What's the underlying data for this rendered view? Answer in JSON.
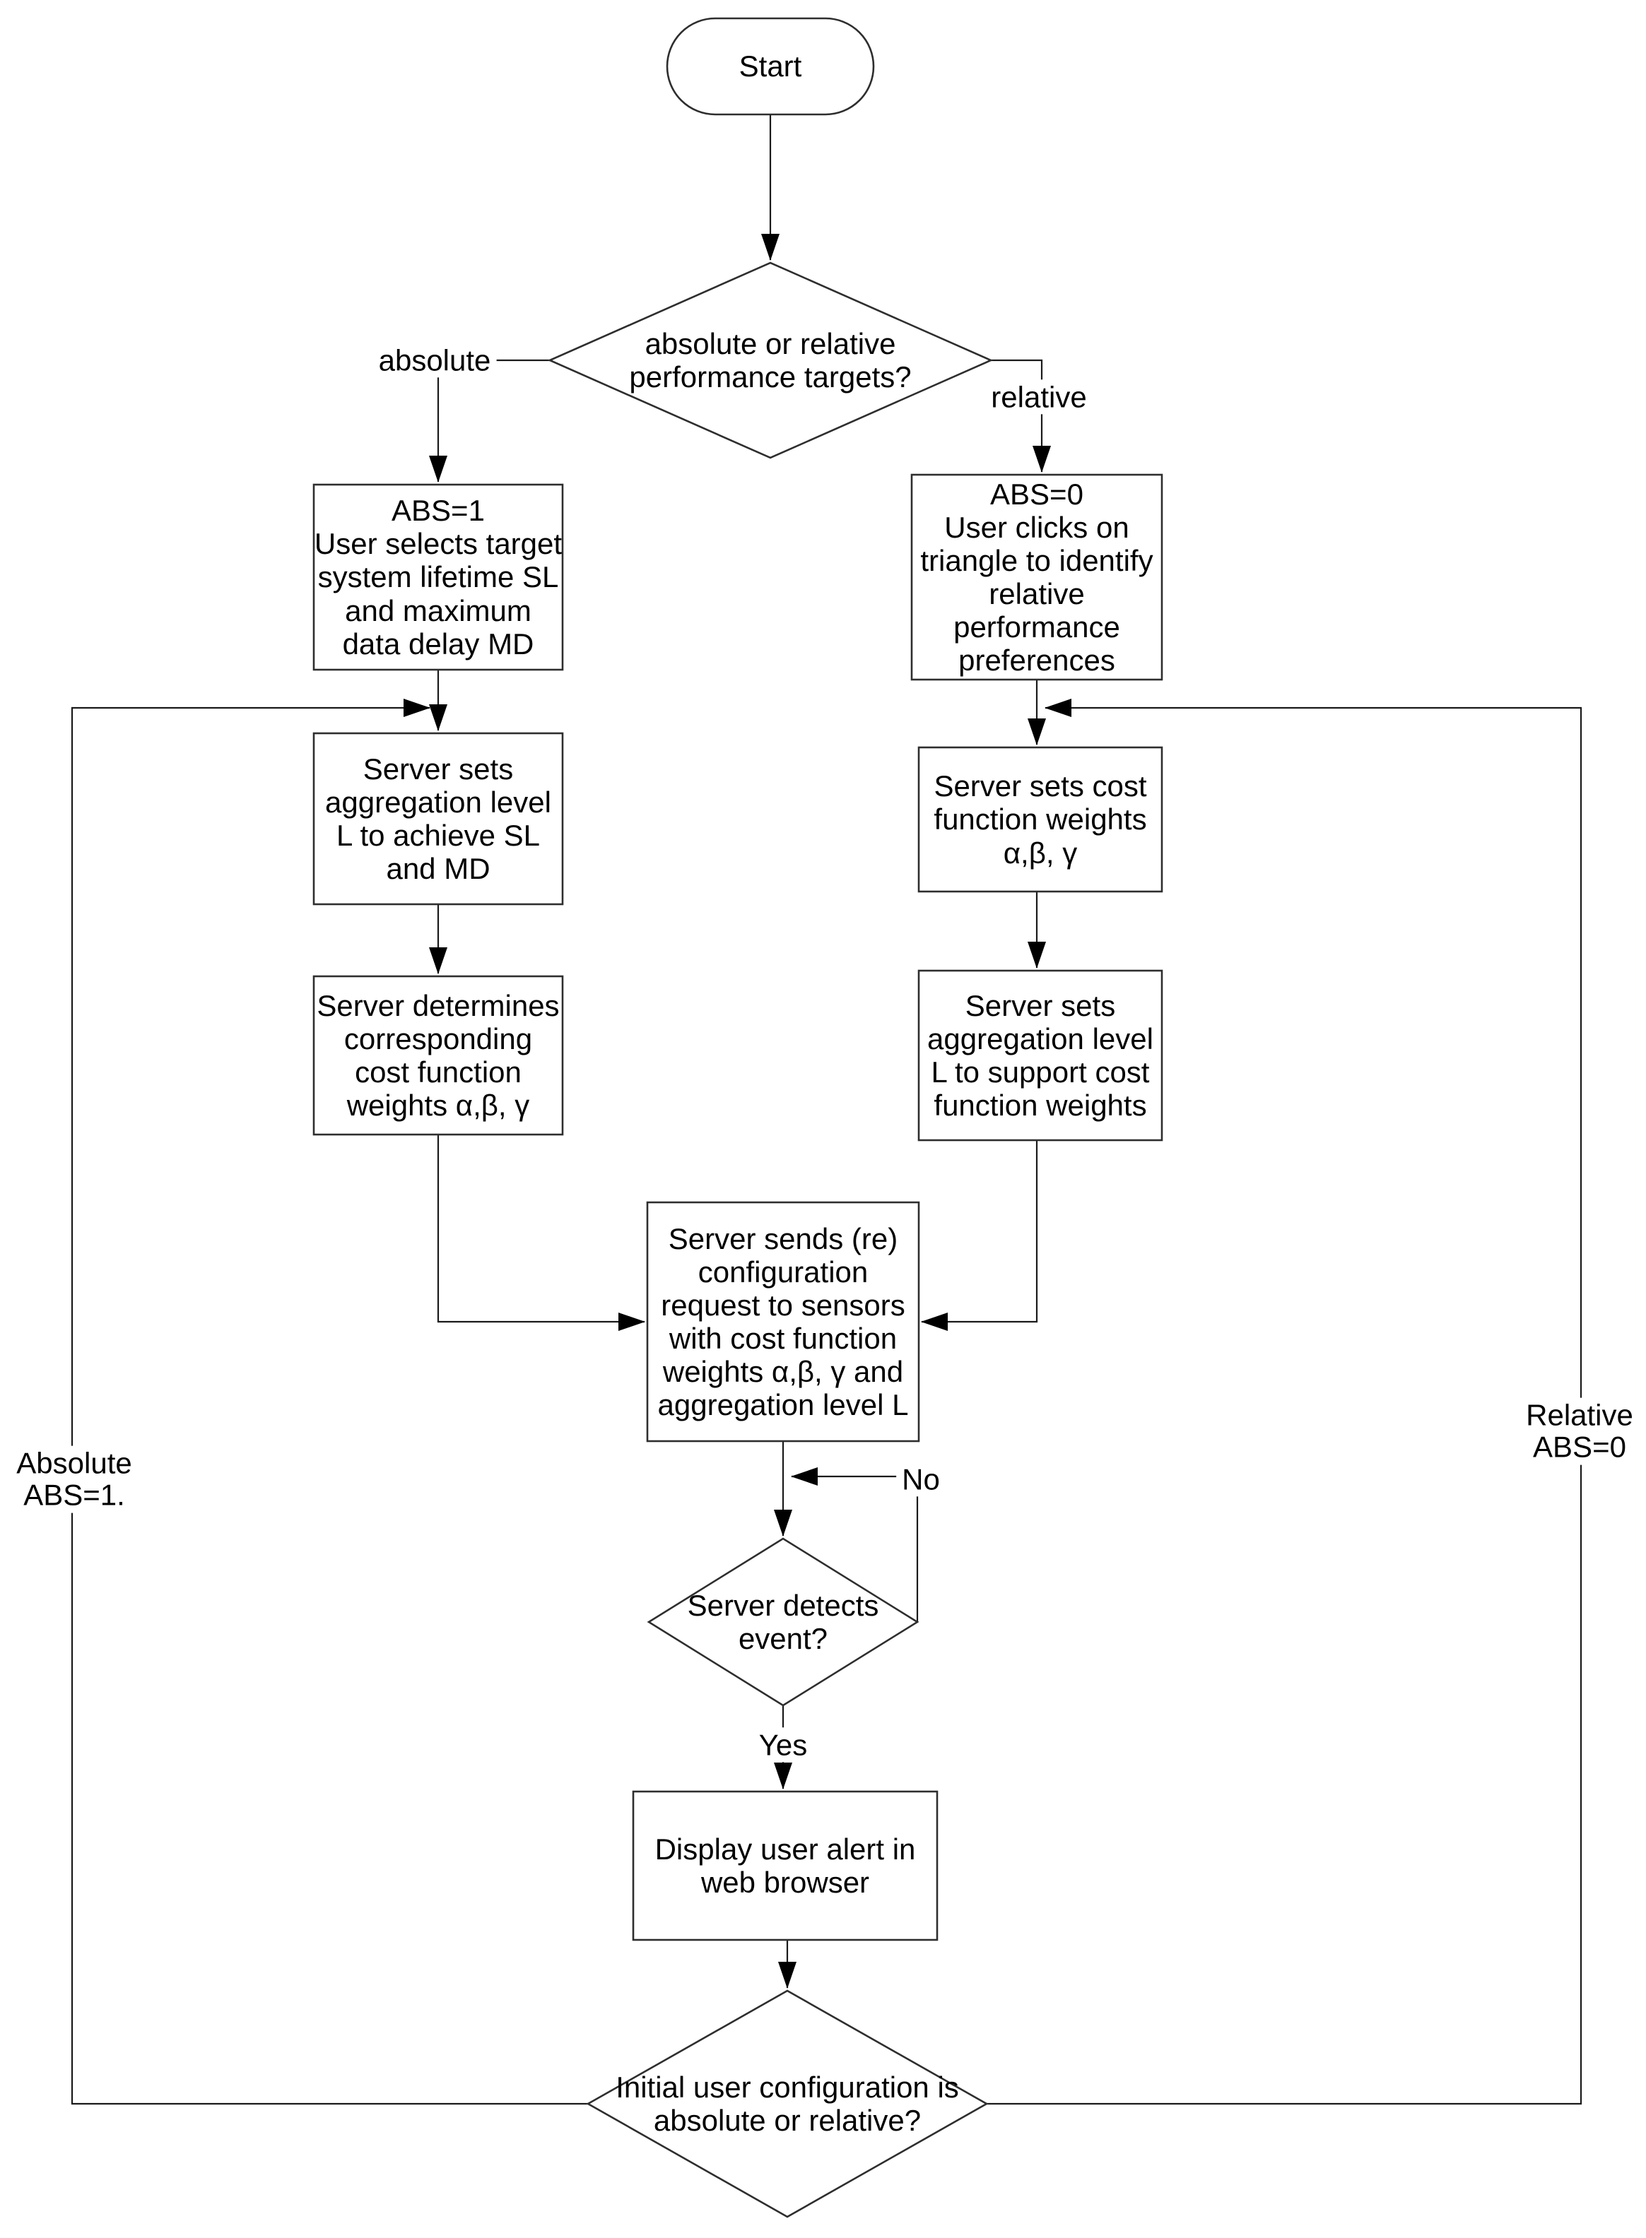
{
  "diagram": {
    "title": "Sensor configuration flowchart",
    "background_color": "#ffffff",
    "line_color": "#1a1a1a",
    "shape_fill": "#ffffff",
    "nodes": {
      "start": {
        "type": "terminator",
        "label": "Start"
      },
      "decision_targets": {
        "type": "decision",
        "label": "absolute or relative\nperformance targets?"
      },
      "abs_step1": {
        "type": "process",
        "label": "ABS=1\nUser selects target\nsystem lifetime SL\nand maximum\ndata delay MD"
      },
      "rel_step1": {
        "type": "process",
        "label": "ABS=0\nUser clicks on\ntriangle to identify\nrelative\nperformance\npreferences"
      },
      "abs_step2": {
        "type": "process",
        "label": "Server sets\naggregation level\nL to achieve SL\nand MD"
      },
      "rel_step2": {
        "type": "process",
        "label": "Server sets cost\nfunction weights\nα,β, γ"
      },
      "abs_step3": {
        "type": "process",
        "label": "Server determines\ncorresponding\ncost function\nweights α,β, γ"
      },
      "rel_step3": {
        "type": "process",
        "label": "Server sets\naggregation level\nL to support cost\nfunction weights"
      },
      "send_config": {
        "type": "process",
        "label": "Server sends (re)\nconfiguration\nrequest to sensors\nwith cost function\nweights α,β, γ and\naggregation level L"
      },
      "decision_event": {
        "type": "decision",
        "label": "Server detects\nevent?"
      },
      "display_alert": {
        "type": "process",
        "label": "Display user alert in\nweb browser"
      },
      "decision_initial": {
        "type": "decision",
        "label": "Initial user configuration is\nabsolute or relative?"
      }
    },
    "edge_labels": {
      "absolute_branch": "absolute",
      "relative_branch": "relative",
      "no_branch": "No",
      "yes_branch": "Yes",
      "loop_absolute": "Absolute\nABS=1.",
      "loop_relative": "Relative\nABS=0"
    }
  }
}
